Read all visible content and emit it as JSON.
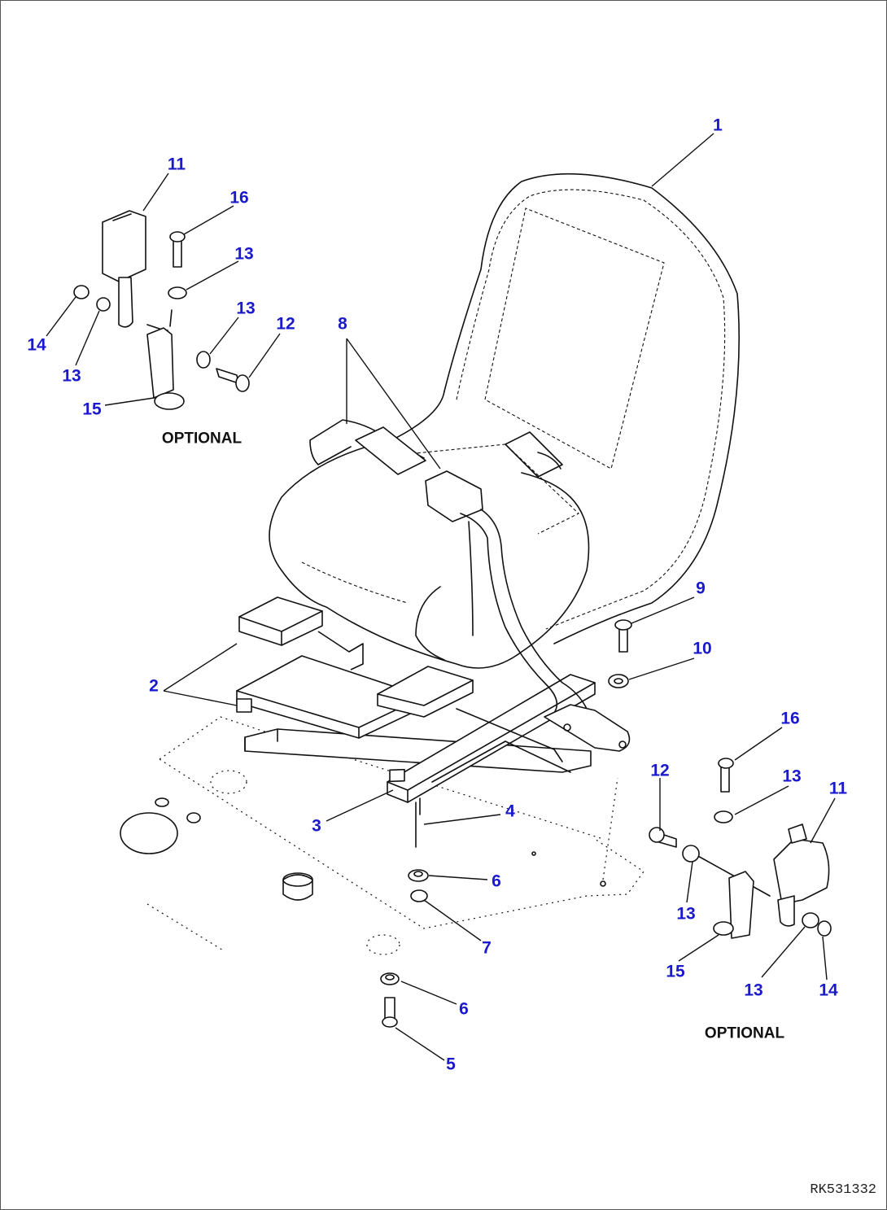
{
  "diagram": {
    "callouts": [
      {
        "id": "c1",
        "text": "1"
      },
      {
        "id": "c2",
        "text": "2"
      },
      {
        "id": "c3",
        "text": "3"
      },
      {
        "id": "c4",
        "text": "4"
      },
      {
        "id": "c5",
        "text": "5"
      },
      {
        "id": "c6a",
        "text": "6"
      },
      {
        "id": "c6b",
        "text": "6"
      },
      {
        "id": "c7",
        "text": "7"
      },
      {
        "id": "c8",
        "text": "8"
      },
      {
        "id": "c9",
        "text": "9"
      },
      {
        "id": "c10",
        "text": "10"
      },
      {
        "id": "c11a",
        "text": "11"
      },
      {
        "id": "c11b",
        "text": "11"
      },
      {
        "id": "c12a",
        "text": "12"
      },
      {
        "id": "c12b",
        "text": "12"
      },
      {
        "id": "c13a",
        "text": "13"
      },
      {
        "id": "c13b",
        "text": "13"
      },
      {
        "id": "c13c",
        "text": "13"
      },
      {
        "id": "c13d",
        "text": "13"
      },
      {
        "id": "c13e",
        "text": "13"
      },
      {
        "id": "c13f",
        "text": "13"
      },
      {
        "id": "c14a",
        "text": "14"
      },
      {
        "id": "c14b",
        "text": "14"
      },
      {
        "id": "c15a",
        "text": "15"
      },
      {
        "id": "c15b",
        "text": "15"
      },
      {
        "id": "c16a",
        "text": "16"
      },
      {
        "id": "c16b",
        "text": "16"
      }
    ],
    "captions": {
      "optional_left": "OPTIONAL",
      "optional_right": "OPTIONAL"
    },
    "figure_id": "RK531332",
    "colors": {
      "callout": "#1a1acc",
      "line": "#111111",
      "background": "#ffffff"
    }
  }
}
